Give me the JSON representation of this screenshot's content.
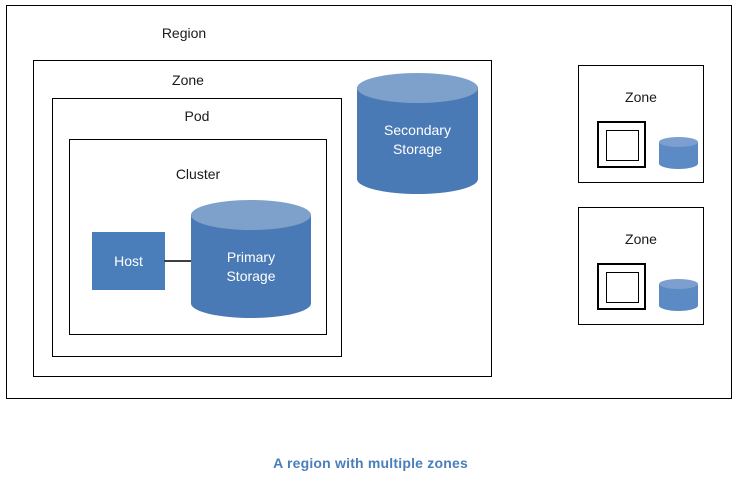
{
  "diagram": {
    "caption": "A region with multiple zones",
    "colors": {
      "accent_blue": "#4a7ebb",
      "cylinder_body": "#4a7ab5",
      "cylinder_top": "#7ea1cc",
      "small_cylinder_body": "#5b8ac4",
      "small_cylinder_top": "#7c9fcf",
      "outline": "#000000",
      "label_text": "#1a1a1a",
      "shape_text": "#ffffff",
      "caption_text": "#4a7ebb",
      "connector": "#3f3f3f",
      "background": "#ffffff"
    },
    "region": {
      "label": "Region",
      "main_zone": {
        "label": "Zone",
        "pod": {
          "label": "Pod",
          "cluster": {
            "label": "Cluster",
            "host": {
              "label": "Host"
            },
            "primary_storage": {
              "label_line1": "Primary",
              "label_line2": "Storage"
            }
          }
        },
        "secondary_storage": {
          "label_line1": "Secondary",
          "label_line2": "Storage"
        }
      },
      "side_zones": [
        {
          "label": "Zone"
        },
        {
          "label": "Zone"
        }
      ]
    }
  }
}
